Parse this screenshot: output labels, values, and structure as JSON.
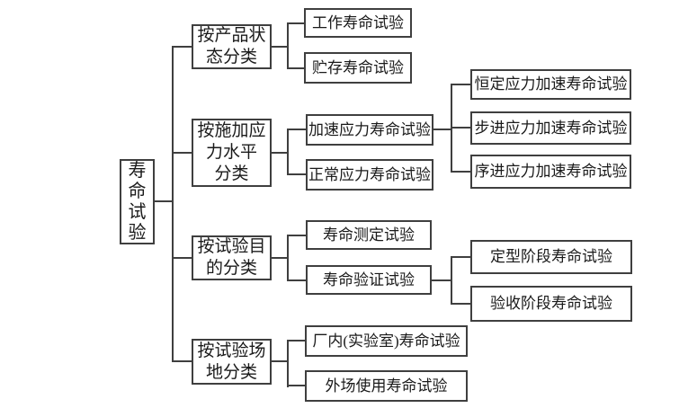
{
  "colors": {
    "background": "#ffffff",
    "line": "#3f3f3f",
    "text": "#1a1a1a"
  },
  "tree": {
    "root": {
      "label": "寿命试验"
    },
    "branches": [
      {
        "label": "按产品状\n态分类",
        "children": [
          {
            "label": "工作寿命试验"
          },
          {
            "label": "贮存寿命试验"
          }
        ]
      },
      {
        "label": "按施加应\n力水平\n分类",
        "children": [
          {
            "label": "加速应力寿命试验",
            "children": [
              {
                "label": "恒定应力加速寿命试验"
              },
              {
                "label": "步进应力加速寿命试验"
              },
              {
                "label": "序进应力加速寿命试验"
              }
            ]
          },
          {
            "label": "正常应力寿命试验"
          }
        ]
      },
      {
        "label": "按试验目\n的分类",
        "children": [
          {
            "label": "寿命测定试验"
          },
          {
            "label": "寿命验证试验",
            "children": [
              {
                "label": "定型阶段寿命试验"
              },
              {
                "label": "验收阶段寿命试验"
              }
            ]
          }
        ]
      },
      {
        "label": "按试验场\n地分类",
        "children": [
          {
            "label": "厂内(实验室)寿命试验"
          },
          {
            "label": "外场使用寿命试验"
          }
        ]
      }
    ]
  }
}
